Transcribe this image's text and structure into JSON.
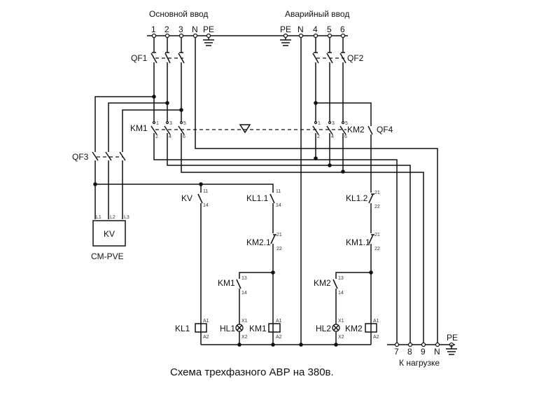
{
  "headers": {
    "main_input": "Основной ввод",
    "backup_input": "Аварийный ввод"
  },
  "terminals": {
    "main": [
      "1",
      "2",
      "3",
      "N",
      "PE"
    ],
    "backup": [
      "PE",
      "N",
      "4",
      "5",
      "6"
    ],
    "load": [
      "7",
      "8",
      "9",
      "N",
      "PE"
    ]
  },
  "components": {
    "qf1": "QF1",
    "qf2": "QF2",
    "qf3": "QF3",
    "qf4": "QF4",
    "km1_power": "KM1",
    "km2_power": "KM2",
    "kv_contact": "KV",
    "kl11": "KL1.1",
    "kl12": "KL1.2",
    "km21": "KM2.1",
    "km11": "KM1.1",
    "km1_aux": "KM1",
    "km2_aux": "KM2",
    "kl1_coil": "KL1",
    "hl1": "HL1",
    "km1_coil": "KM1",
    "hl2": "HL2",
    "km2_coil": "KM2",
    "kv_box": "KV",
    "kv_model": "CM-PVE"
  },
  "pin_labels": {
    "km_top": [
      "1",
      "3",
      "5"
    ],
    "km_bottom": [
      "2",
      "4",
      "6"
    ],
    "kv_inputs": [
      "L1",
      "L2",
      "L3"
    ],
    "no_contact": [
      "11",
      "14"
    ],
    "nc_contact": [
      "21",
      "22"
    ],
    "aux_contact": [
      "13",
      "14"
    ],
    "coil": [
      "A1",
      "A2"
    ],
    "lamp": [
      "X1",
      "X2"
    ]
  },
  "load_label": "К нагрузке",
  "caption": "Схема трехфазного АВР на 380в."
}
